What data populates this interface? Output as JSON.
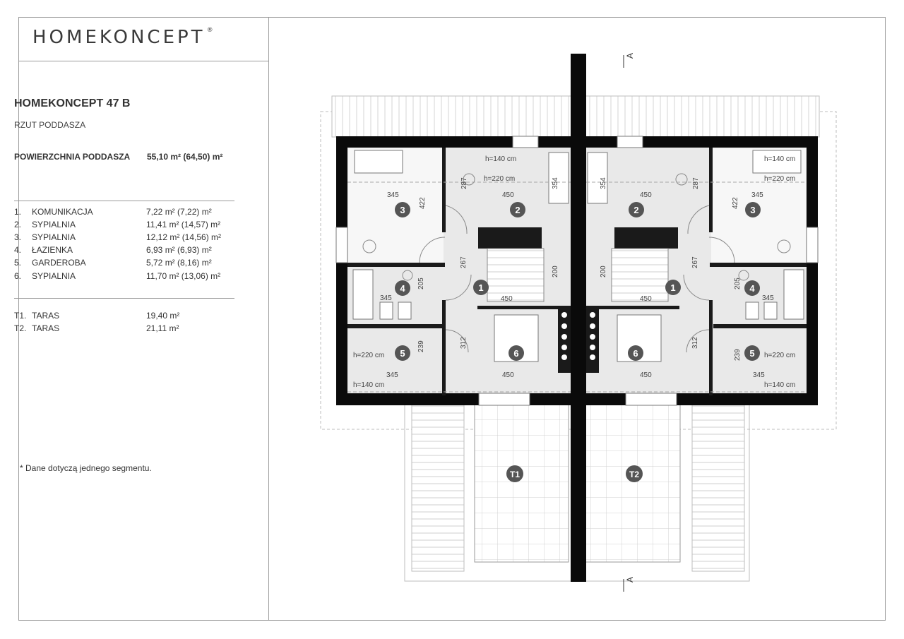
{
  "brand": {
    "name": "HOMEKONCEPT",
    "mark": "®"
  },
  "title": "HOMEKONCEPT 47 B",
  "subtitle": "RZUT PODDASZA",
  "area": {
    "label": "POWIERZCHNIA PODDASZA",
    "value": "55,10 m² (64,50) m²"
  },
  "rooms": [
    {
      "no": "1.",
      "name": "KOMUNIKACJA",
      "area": "7,22 m²  (7,22) m²"
    },
    {
      "no": "2.",
      "name": "SYPIALNIA",
      "area": "11,41 m² (14,57) m²"
    },
    {
      "no": "3.",
      "name": "SYPIALNIA",
      "area": "12,12 m² (14,56) m²"
    },
    {
      "no": "4.",
      "name": "ŁAZIENKA",
      "area": "6,93 m²  (6,93) m²"
    },
    {
      "no": "5.",
      "name": "GARDEROBA",
      "area": "5,72 m²  (8,16) m²"
    },
    {
      "no": "6.",
      "name": "SYPIALNIA",
      "area": "11,70 m² (13,06) m²"
    }
  ],
  "terraces": [
    {
      "no": "T1.",
      "name": "TARAS",
      "area": "19,40 m²"
    },
    {
      "no": "T2.",
      "name": "TARAS",
      "area": "21,11 m²"
    }
  ],
  "note": "*   Dane dotyczą jednego segmentu.",
  "plan": {
    "section_marker": "A",
    "room_numbers": [
      "1",
      "2",
      "3",
      "4",
      "5",
      "6"
    ],
    "terrace_labels": [
      "T1",
      "T2"
    ],
    "dimensions": {
      "d345": "345",
      "d450": "450",
      "d422": "422",
      "d287": "287",
      "d354": "354",
      "d267": "267",
      "d200": "200",
      "d205": "205",
      "d239": "239",
      "d312": "312"
    },
    "heights": {
      "h140": "h=140 cm",
      "h220": "h=220 cm"
    }
  }
}
